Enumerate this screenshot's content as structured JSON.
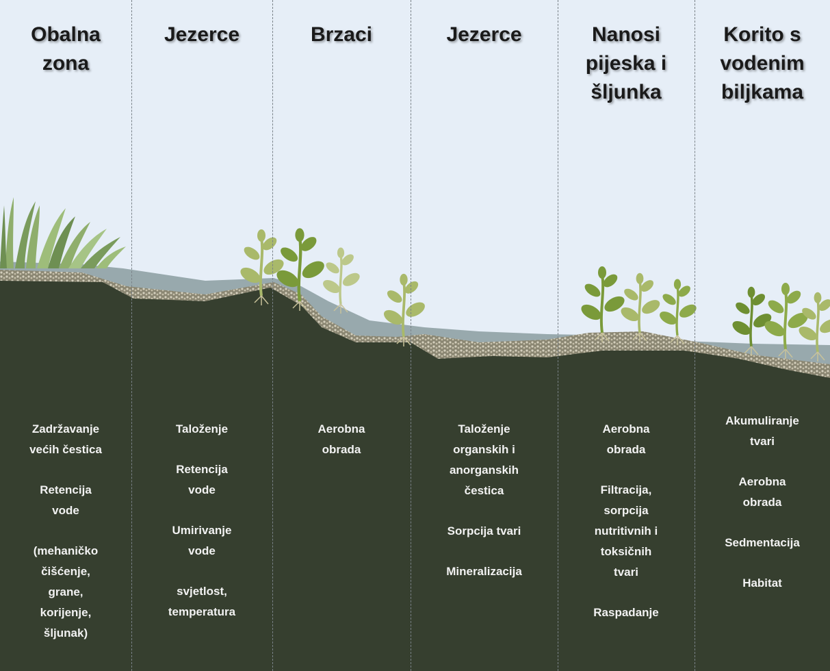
{
  "colors": {
    "sky": "#e6eef7",
    "soil": "#363f2f",
    "water": "#98a9ad",
    "gravel": "#b9b3a0",
    "plant_light": "#a9b96a",
    "plant_mid": "#7a9a3a",
    "plant_dark": "#5a7a2a",
    "text_light": "#f2f2f2",
    "text_dark": "#1a1a1a"
  },
  "zones": [
    {
      "title_lines": [
        "Obalna",
        "zona"
      ],
      "items": [
        [
          "Zadržavanje",
          "većih čestica"
        ],
        [
          "Retencija",
          "vode"
        ],
        [
          "(mehaničko",
          "čišćenje,",
          "grane,",
          "korijenje,",
          "šljunak)"
        ]
      ]
    },
    {
      "title_lines": [
        "Jezerce"
      ],
      "items": [
        [
          "Taloženje"
        ],
        [
          "Retencija",
          "vode"
        ],
        [
          "Umirivanje",
          "vode"
        ],
        [
          "svjetlost,",
          "temperatura"
        ]
      ]
    },
    {
      "title_lines": [
        "Brzaci"
      ],
      "items": [
        [
          "Aerobna",
          "obrada"
        ]
      ]
    },
    {
      "title_lines": [
        "Jezerce"
      ],
      "items": [
        [
          "Taloženje",
          "organskih i",
          "anorganskih",
          "čestica"
        ],
        [
          "Sorpcija tvari"
        ],
        [
          "Mineralizacija"
        ]
      ]
    },
    {
      "title_lines": [
        "Nanosi",
        "pijeska i",
        "šljunka"
      ],
      "items": [
        [
          "Aerobna",
          "obrada"
        ],
        [
          "Filtracija,",
          "sorpcija",
          "nutritivnih i",
          "toksičnih",
          "tvari"
        ],
        [
          "Raspadanje"
        ]
      ]
    },
    {
      "title_lines": [
        "Korito s",
        "vodenim",
        "biljkama"
      ],
      "items": [
        [
          "Akumuliranje",
          "tvari"
        ],
        [
          "Aerobna",
          "obrada"
        ],
        [
          "Sedmentacija"
        ],
        [
          "Habitat"
        ]
      ]
    }
  ]
}
